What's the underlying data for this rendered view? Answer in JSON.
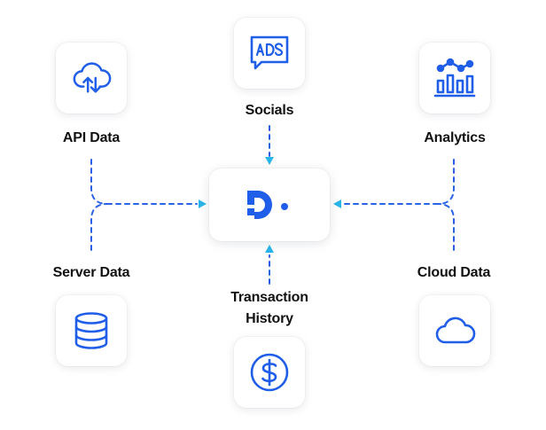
{
  "diagram": {
    "center": {
      "name": "hub-logo"
    },
    "sources": [
      {
        "id": "api-data",
        "label": "API Data",
        "icon": "cloud-sync-icon"
      },
      {
        "id": "socials",
        "label": "Socials",
        "icon": "ads-chat-icon"
      },
      {
        "id": "analytics",
        "label": "Analytics",
        "icon": "analytics-chart-icon"
      },
      {
        "id": "server-data",
        "label": "Server Data",
        "icon": "database-icon"
      },
      {
        "id": "transaction-history",
        "label": "Transaction History",
        "icon": "dollar-coin-icon"
      },
      {
        "id": "cloud-data",
        "label": "Cloud Data",
        "icon": "cloud-icon"
      }
    ],
    "colors": {
      "icon": "#1f5ee8",
      "connector": "#2a62e6",
      "arrow": "#2ab5e8"
    }
  }
}
